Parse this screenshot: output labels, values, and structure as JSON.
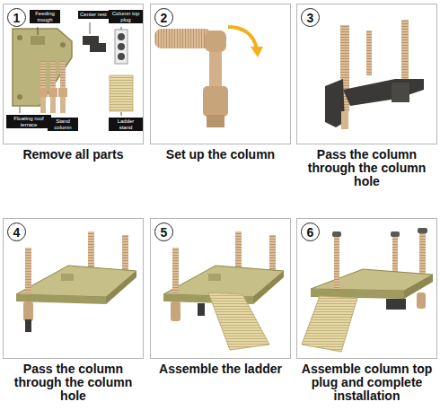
{
  "diagram": {
    "nodes": [
      {
        "text": [
          "Remove all parts"
        ]
      },
      {
        "text": [
          "1"
        ],
        "in": 0
      },
      {
        "text": [
          "Feeding trough"
        ],
        "in": 0
      },
      {
        "text": [
          "Center rest"
        ],
        "in": 0
      },
      {
        "text": [
          "Column top plug"
        ],
        "in": 0
      },
      {
        "text": [
          "Floating roof terrace"
        ],
        "in": 0
      },
      {
        "text": [
          "Stand column"
        ],
        "in": 0
      },
      {
        "text": [
          "Ladder stand"
        ],
        "in": 0
      },
      {
        "text": [
          "Set up the column"
        ]
      },
      {
        "text": [
          "2"
        ],
        "in": 8
      },
      {
        "text": [
          "Pass the column through the column hole"
        ]
      },
      {
        "text": [
          "3"
        ],
        "in": 10
      },
      {
        "text": [
          "Pass the column through the column hole"
        ]
      },
      {
        "text": [
          "4"
        ],
        "in": 12
      },
      {
        "text": [
          "Assemble the ladder"
        ]
      },
      {
        "text": [
          "5"
        ],
        "in": 14
      },
      {
        "text": [
          "Assemble column top plug and complete installation"
        ]
      },
      {
        "text": [
          "6"
        ],
        "in": 16
      }
    ]
  }
}
